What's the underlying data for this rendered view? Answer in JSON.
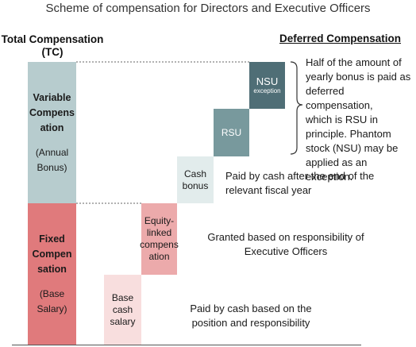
{
  "title": "Scheme of compensation for Directors and Executive Officers",
  "total_compensation": {
    "line1": "Total Compensation",
    "line2": "(TC)"
  },
  "deferred_compensation": "Deferred Compensation",
  "variable": {
    "l1": "Variable",
    "l2": "Compens",
    "l3": "ation",
    "s1": "(Annual",
    "s2": "Bonus)"
  },
  "fixed": {
    "l1": "Fixed",
    "l2": "Compen",
    "l3": "sation",
    "s1": "(Base",
    "s2": "Salary)"
  },
  "blocks": {
    "base_cash_salary": [
      "Base",
      "cash",
      "salary"
    ],
    "equity_linked": [
      "Equity-",
      "linked",
      "compens",
      "ation"
    ],
    "cash_bonus": [
      "Cash",
      "bonus"
    ],
    "rsu": "RSU",
    "nsu": {
      "main": "NSU",
      "sub": "exception"
    }
  },
  "descriptions": {
    "base_cash_salary": [
      "Paid by cash based on the",
      "position and responsibility"
    ],
    "equity_linked": [
      "Granted based on responsibility of",
      "Executive Officers"
    ],
    "cash_bonus": [
      "Paid by cash after the end of the",
      "relevant fiscal year"
    ],
    "deferred": [
      "Half of the amount of",
      "yearly bonus is paid as",
      "deferred compensation,",
      "which is RSU in",
      "principle. Phantom",
      "stock (NSU) may be",
      "applied as an",
      "exception."
    ]
  }
}
